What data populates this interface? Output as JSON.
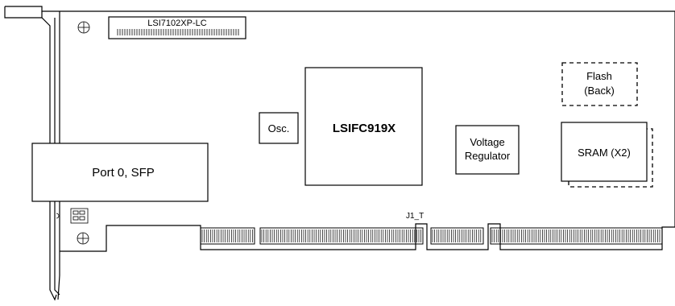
{
  "board": {
    "part_number_label": "LSI7102XP-LC",
    "connector_label": "J1_T"
  },
  "components": {
    "controller": "LSIFC919X",
    "oscillator": "Osc.",
    "voltage_regulator": [
      "Voltage",
      "Regulator"
    ],
    "sram": "SRAM (X2)",
    "flash": [
      "Flash",
      "(Back)"
    ],
    "port": "Port 0, SFP"
  }
}
